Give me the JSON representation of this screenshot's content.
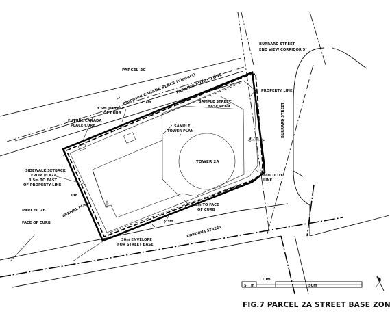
{
  "figure": {
    "caption": "FIG.7 PARCEL 2A STREET BASE ZONE"
  },
  "streets": {
    "burrard_street": "BURRARD STREET",
    "cordova_street": "CORDOVA STREET",
    "canada_place": "proposed CANADA PLACE (Viaduct)"
  },
  "parcels": {
    "parcel_2c": "PARCEL 2C",
    "parcel_2b": "PARCEL 2B",
    "tower": "TOWER 2A"
  },
  "labels": {
    "view_corridor_1": "BURRARD STREET",
    "view_corridor_2": "END VIEW CORRIDOR 5°",
    "parking_entry": "PARKING ENTRY ZONE",
    "property_line": "PROPERTY LINE",
    "sample_street_1": "SAMPLE STREET",
    "sample_street_2": "BASE PLAN",
    "sample_tower_1": "SAMPLE",
    "sample_tower_2": "TOWER PLAN",
    "face_curb_top_1": "3.5m TO FACE",
    "face_curb_top_2": "OF CURB",
    "dim_1_7": "1.7m",
    "dim_9_7": "9.7m",
    "future_curb_1": "FUTURE CANADA",
    "future_curb_2": "PLACE CURB",
    "sidewalk_1": "SIDEWALK SETBACK",
    "sidewalk_2": "FROM PLAZA",
    "sidewalk_3": "3.5m TO EAST",
    "sidewalk_4": "OF PROPERTY LINE",
    "dim_0m": "0m",
    "arrival_plaza": "ARRIVAL PLAZA",
    "build_to_1": "BUILD TO",
    "build_to_2": "LINE",
    "face_curb_bot_1": "3.5m TO FACE",
    "face_curb_bot_2": "OF CURB",
    "dim_2_3": "2.3m",
    "envelope_1": "30m ENVELOPE",
    "envelope_2": "FOR STREET BASE",
    "face_of_curb": "FACE OF CURB"
  },
  "scale_bar": {
    "label_5": "5",
    "label_m": "m",
    "label_10": "10m",
    "label_50": "50m"
  }
}
